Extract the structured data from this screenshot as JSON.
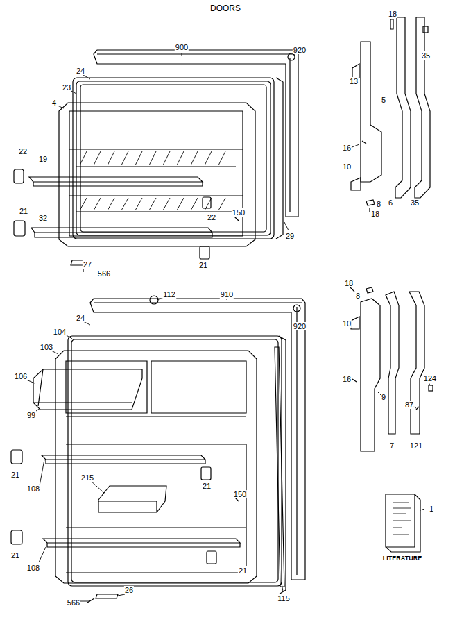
{
  "diagram": {
    "title": "DOORS",
    "labels": [
      "900",
      "920",
      "24",
      "23",
      "4",
      "18",
      "13",
      "5",
      "16",
      "35",
      "6",
      "35",
      "10",
      "8",
      "18",
      "22",
      "19",
      "22",
      "150",
      "29",
      "21",
      "32",
      "21",
      "27",
      "566",
      "112",
      "910",
      "920",
      "24",
      "104",
      "103",
      "106",
      "99",
      "18",
      "8",
      "10",
      "16",
      "9",
      "124",
      "87",
      "7",
      "121",
      "21",
      "108",
      "21",
      "215",
      "150",
      "21",
      "108",
      "21",
      "566",
      "26",
      "115",
      "1",
      "LITERATURE"
    ]
  }
}
